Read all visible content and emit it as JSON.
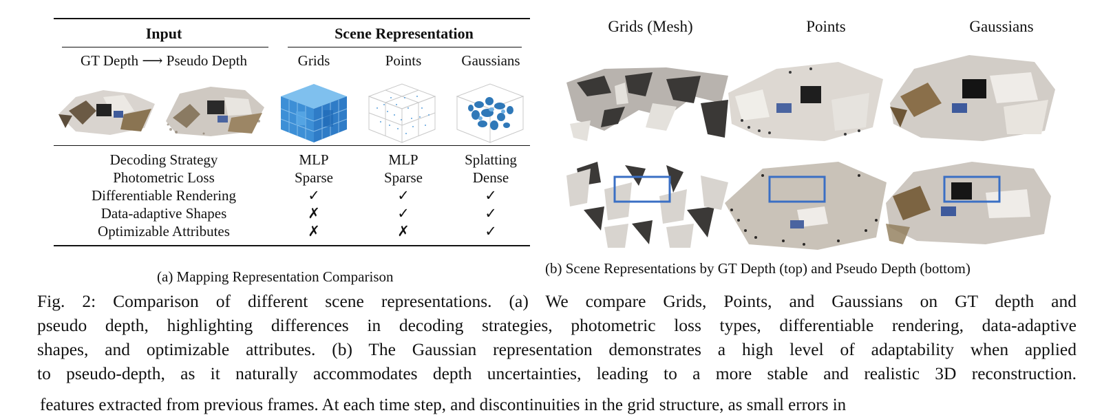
{
  "table_a": {
    "header_input": "Input",
    "header_scene": "Scene Representation",
    "input_sub": "GT Depth ⟶ Pseudo Depth",
    "rep_cols": [
      "Grids",
      "Points",
      "Gaussians"
    ],
    "rows": [
      {
        "label": "Decoding Strategy",
        "values": [
          "MLP",
          "MLP",
          "Splatting"
        ]
      },
      {
        "label": "Photometric Loss",
        "values": [
          "Sparse",
          "Sparse",
          "Dense"
        ]
      },
      {
        "label": "Differentiable Rendering",
        "values": [
          "✓",
          "✓",
          "✓"
        ]
      },
      {
        "label": "Data-adaptive Shapes",
        "values": [
          "✗",
          "✓",
          "✓"
        ]
      },
      {
        "label": "Optimizable Attributes",
        "values": [
          "✗",
          "✗",
          "✓"
        ]
      }
    ],
    "caption": "(a) Mapping Representation Comparison"
  },
  "panel_b": {
    "columns": [
      "Grids (Mesh)",
      "Points",
      "Gaussians"
    ],
    "caption": "(b) Scene Representations by GT Depth (top) and Pseudo Depth (bottom)"
  },
  "figure_caption": {
    "line1": "Fig. 2: Comparison of different scene representations. (a) We compare Grids, Points, and Gaussians on GT depth and",
    "line2": "pseudo depth, highlighting differences in decoding strategies, photometric loss types, differentiable rendering, data-adaptive",
    "line3": "shapes, and optimizable attributes. (b) The Gaussian representation demonstrates a high level of adaptability when applied",
    "line4": "to pseudo-depth, as it naturally accommodates depth uncertainties, leading to a more stable and realistic 3D reconstruction."
  },
  "body_text_cut": "features extracted from previous frames. At each time step,     and discontinuities in the grid structure, as small errors in",
  "colors": {
    "grid_blue": "#3d8fd6",
    "highlight_box": "#3a6fc4"
  }
}
